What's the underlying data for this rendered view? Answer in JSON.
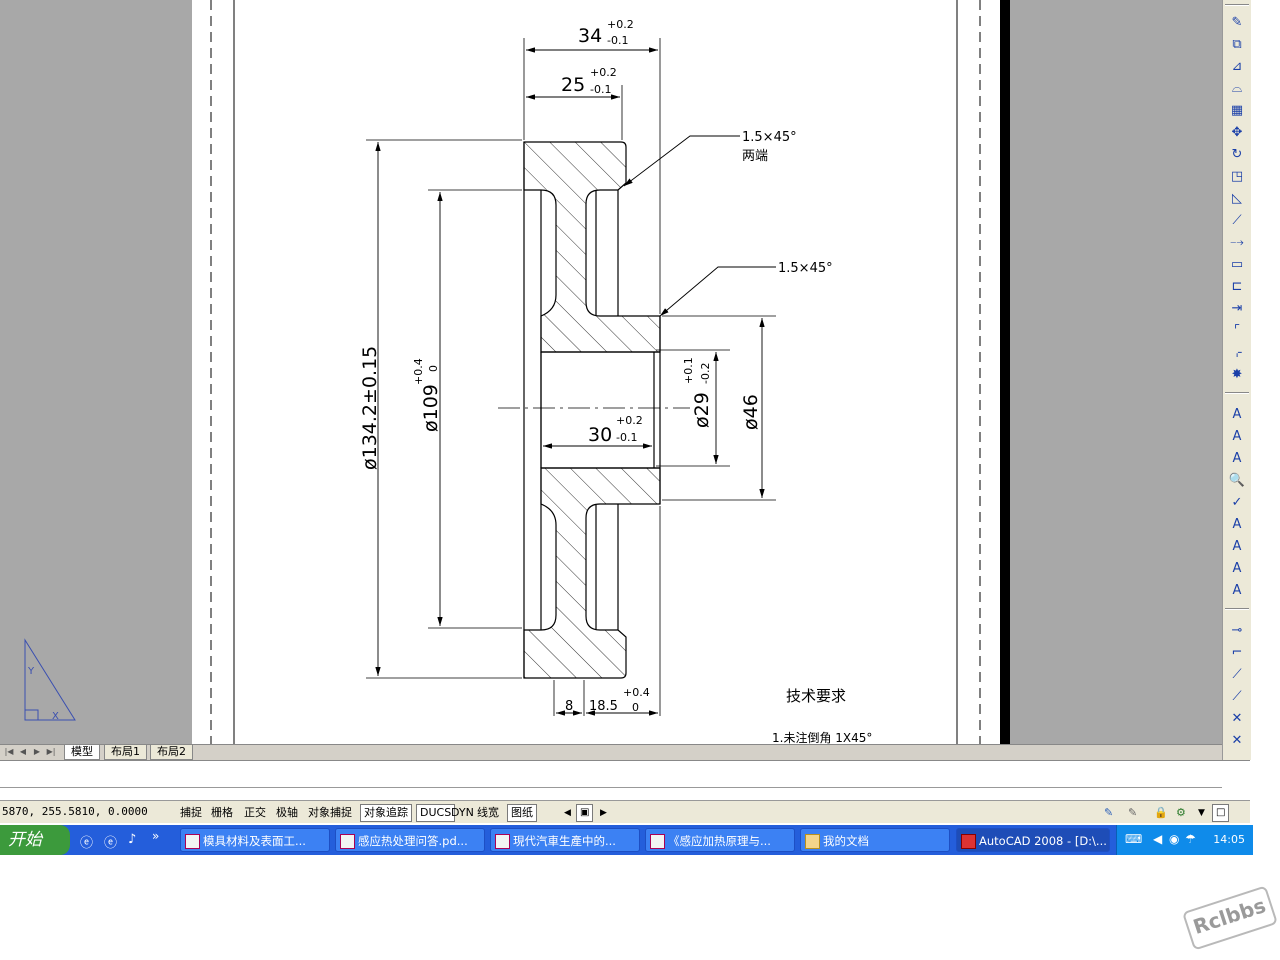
{
  "drawing": {
    "dims": {
      "d34": "34",
      "d34_tol_upper": "+0.2",
      "d34_tol_lower": "-0.1",
      "d25": "25",
      "d25_tol_upper": "+0.2",
      "d25_tol_lower": "-0.1",
      "chamfer_top": "1.5×45°",
      "chamfer_top_note": "两端",
      "chamfer_mid": "1.5×45°",
      "d134": "ø134.2±0.15",
      "d109": "ø109",
      "d109_tol_upper": "+0.4",
      "d109_tol_lower": "0",
      "d29": "ø29",
      "d29_tol_upper": "+0.1",
      "d29_tol_lower": "-0.2",
      "d46": "ø46",
      "d30": "30",
      "d30_tol_upper": "+0.2",
      "d30_tol_lower": "-0.1",
      "d8": "8",
      "d18_5": "18.5",
      "d18_5_tol_upper": "+0.4",
      "d18_5_tol_lower": "0"
    },
    "tech_requirements_title": "技术要求",
    "tech_requirements_1": "1.未注倒角 1X45°"
  },
  "layout_tabs": {
    "model": "模型",
    "layout1": "布局1",
    "layout2": "布局2"
  },
  "status": {
    "coords": "5870,  255.5810,  0.0000",
    "snap": "捕捉",
    "grid": "栅格",
    "ortho": "正交",
    "polar": "极轴",
    "osnap": "对象捕捉",
    "otrack": "对象追踪",
    "ducs": "DUCS",
    "dyn": "DYN",
    "lweight": "线宽",
    "paper": "图纸"
  },
  "taskbar": {
    "start": "开始",
    "quicklaunch_more": "»",
    "items": [
      "模具材料及表面工...",
      "感应热处理问答.pd...",
      "現代汽車生產中的...",
      "《感应加热原理与...",
      "我的文档",
      "AutoCAD 2008 - [D:\\..."
    ],
    "clock": "14:05"
  },
  "watermark": "Rclbbs",
  "colors": {
    "taskbar_blue": "#245edb",
    "start_green": "#3c9a3c",
    "canvas_gray": "#a8a8a8",
    "toolbar_bg": "#ece9d8"
  }
}
